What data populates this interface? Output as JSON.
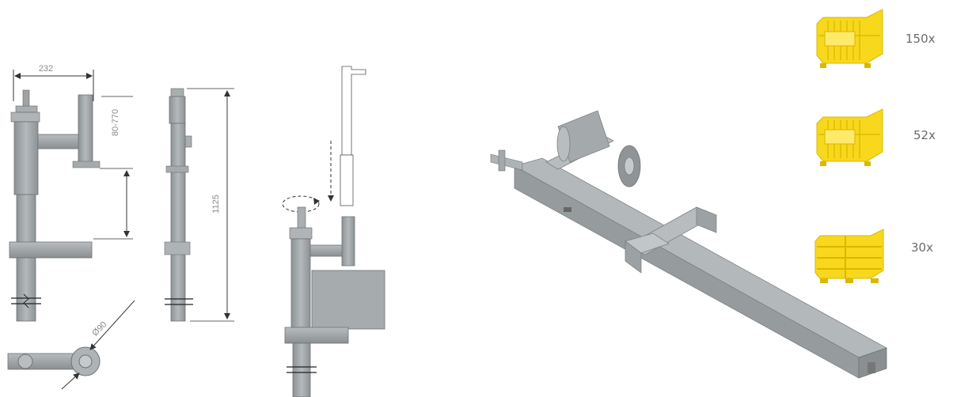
{
  "dimensions": {
    "width_label": "232",
    "height_range_label": "80-770",
    "total_height_label": "1125",
    "diameter_label": "Ø90"
  },
  "quantities": [
    {
      "container": "mesh-cage-large",
      "label": "150x"
    },
    {
      "container": "mesh-cage-small",
      "label": "52x"
    },
    {
      "container": "slatted-crate",
      "label": "30x"
    }
  ],
  "colors": {
    "container": "#f7d81c",
    "container_stroke": "#d9b800",
    "steel": "#a8adb0",
    "steel_dark": "#7d8285",
    "line": "#333333",
    "dim_text": "#8a8a8a",
    "qty_text": "#6b6b6b"
  }
}
